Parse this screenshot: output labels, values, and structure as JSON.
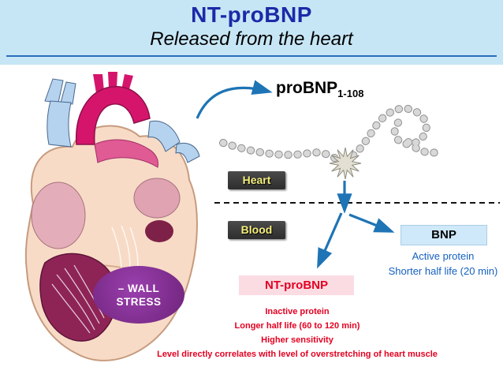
{
  "header": {
    "title": "NT-proBNP",
    "subtitle": "Released from the heart"
  },
  "diagram": {
    "probnp_label": "proBNP",
    "probnp_subscript": "1-108",
    "heart_label": "Heart",
    "blood_label": "Blood",
    "wall_stress_line1": "– WALL",
    "wall_stress_line2": "STRESS",
    "bnp": {
      "label": "BNP",
      "notes": [
        "Active protein",
        "Shorter half life (20 min)"
      ]
    },
    "nt_probnp": {
      "label": "NT-proBNP",
      "notes": [
        "Inactive protein",
        "Longer half life (60 to 120 min)",
        "Higher sensitivity",
        "Level directly correlates with level of overstretching of heart muscle"
      ]
    }
  },
  "icons": {
    "cleavage_star": "burst-star-icon",
    "peptide_chain": "bead-chain"
  },
  "colors": {
    "header_bg": "#c7e6f5",
    "title_blue": "#1b2aa8",
    "label_box_bg": "#3c3c3c",
    "label_text_yellow": "#f5ef7d",
    "bnp_box_bg": "#cfe9fa",
    "blue_text": "#1560c0",
    "nt_box_bg": "#fbdce2",
    "red_text": "#e30021",
    "wall_stress_purple": "#7d2b8c",
    "arrow_blue": "#1e74b5"
  }
}
